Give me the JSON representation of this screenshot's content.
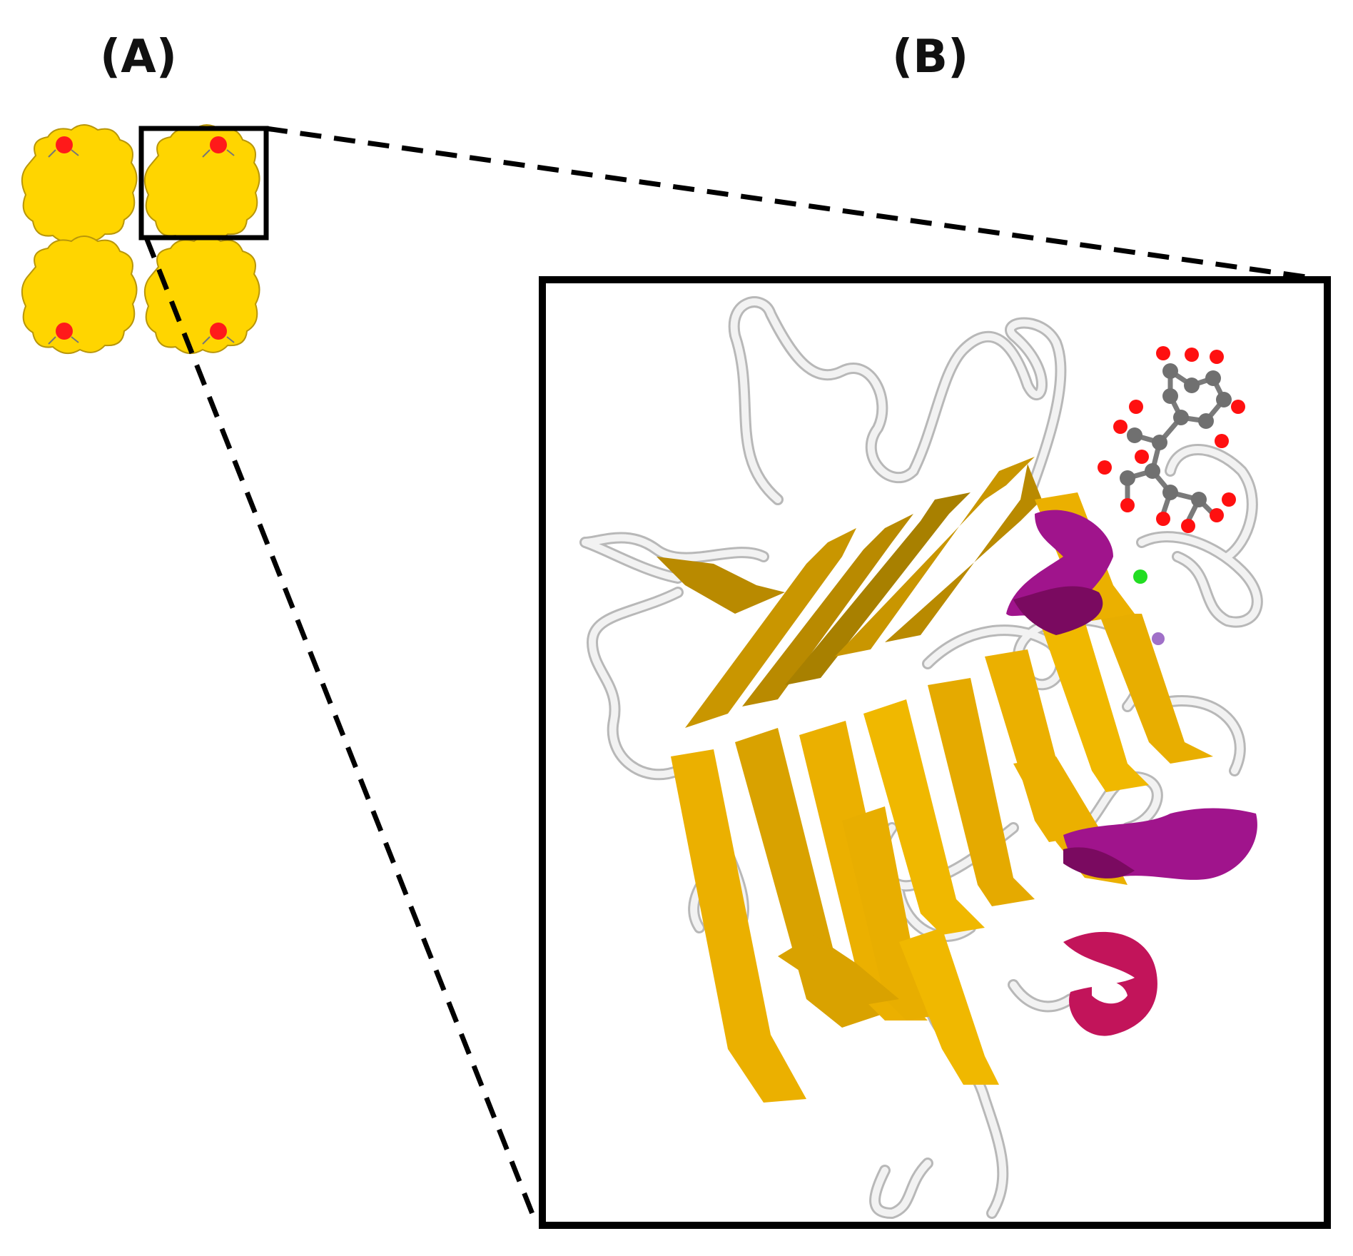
{
  "labels": {
    "panel_a": "(A)",
    "panel_b": "(B)"
  },
  "colors": {
    "subunit_fill": "#FFD500",
    "subunit_outline": "#B8960A",
    "active_site": "#FF1A1A",
    "beta_strand": "#EBB000",
    "beta_strand_shade": "#B98A00",
    "alpha_helix": "#A0148C",
    "helix_dark": "#7A0A60",
    "helix_red": "#C2145A",
    "coil": "#EEEEEE",
    "coil_edge": "#BBBBBB",
    "carbon": "#707070",
    "oxygen": "#FF1010",
    "ion_green": "#22DD22",
    "ion_purple": "#A070C8",
    "frame": "#000000"
  },
  "panel_a": {
    "subunit_count": 4
  }
}
